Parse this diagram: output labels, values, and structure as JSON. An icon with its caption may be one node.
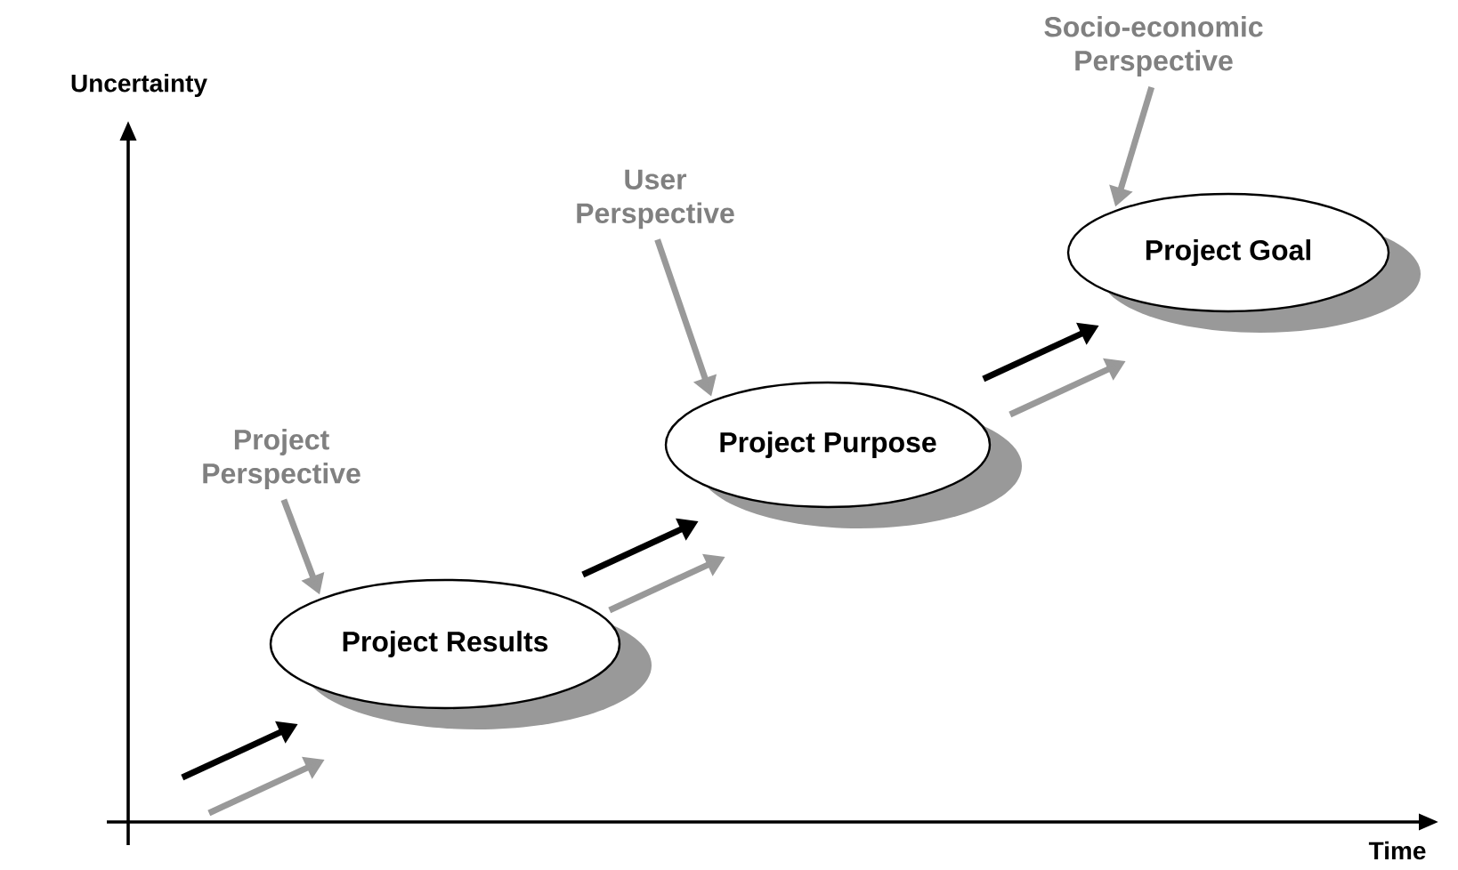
{
  "diagram": {
    "nodes": [
      {
        "text": [
          "Project Results"
        ]
      },
      {
        "text": [
          "Project Purpose"
        ]
      },
      {
        "text": [
          "Project Goal"
        ]
      },
      {
        "text": [
          "Project Perspective"
        ]
      },
      {
        "text": [
          "User Perspective"
        ]
      },
      {
        "text": [
          "Socio-economic Perspective"
        ]
      }
    ],
    "edges": [
      {
        "from": null,
        "to": 0,
        "arrow": "to",
        "color": "#000000"
      },
      {
        "from": null,
        "to": 0,
        "arrow": "to"
      },
      {
        "from": 0,
        "to": 1,
        "arrow": "to",
        "color": "#000000"
      },
      {
        "from": 0,
        "to": 1,
        "arrow": "to"
      },
      {
        "from": 1,
        "to": 2,
        "arrow": "to",
        "color": "#000000"
      },
      {
        "from": 1,
        "to": 2,
        "arrow": "to"
      },
      {
        "from": 3,
        "to": 0,
        "arrow": "to"
      },
      {
        "from": 4,
        "to": 1,
        "arrow": "to"
      },
      {
        "from": 5,
        "to": 2,
        "arrow": "to"
      }
    ],
    "labels": [
      "Uncertainty",
      "Time"
    ]
  }
}
